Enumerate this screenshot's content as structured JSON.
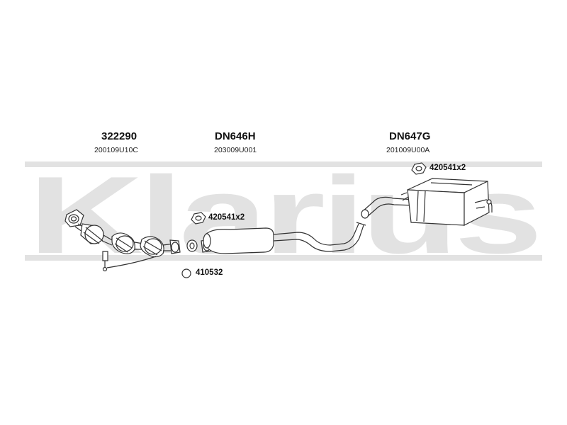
{
  "watermark": {
    "text": "Klarius",
    "color": "#e2e2e2"
  },
  "parts": [
    {
      "part_number": "322290",
      "code": "200109U10C"
    },
    {
      "part_number": "DN646H",
      "code": "203009U001"
    },
    {
      "part_number": "DN647G",
      "code": "201009U00A"
    }
  ],
  "accessories": [
    {
      "label": "420541x2",
      "icon": "rubber-hanger-icon"
    },
    {
      "label": "420541x2",
      "icon": "rubber-hanger-icon"
    },
    {
      "label": "410532",
      "icon": "gasket-ring-icon"
    }
  ],
  "colors": {
    "line": "#333333",
    "text": "#111111"
  }
}
